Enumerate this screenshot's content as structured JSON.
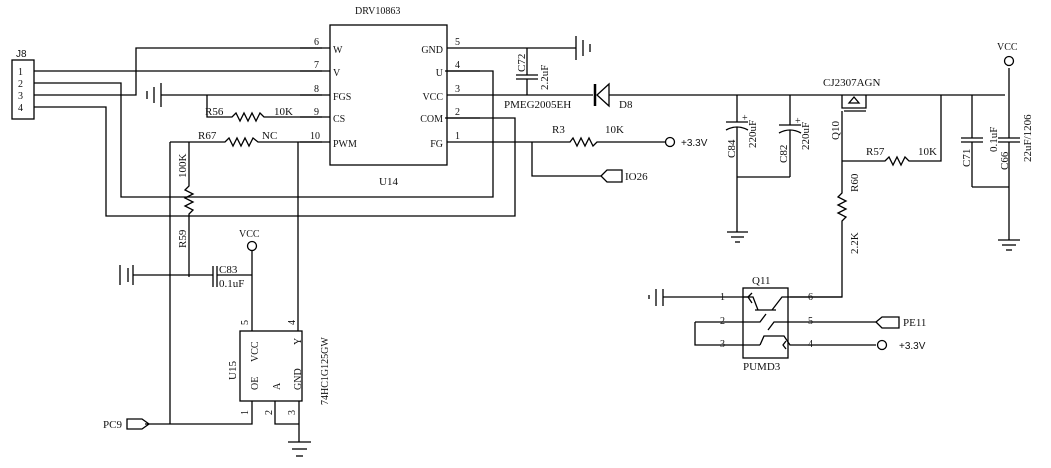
{
  "diagram": {
    "type": "circuit-schematic",
    "components": {
      "J8": {
        "ref": "J8",
        "pins": [
          "1",
          "2",
          "3",
          "4"
        ]
      },
      "U14": {
        "ref": "U14",
        "part": "DRV10863",
        "left_pins": [
          {
            "num": "6",
            "name": "W"
          },
          {
            "num": "7",
            "name": "V"
          },
          {
            "num": "8",
            "name": "FGS"
          },
          {
            "num": "9",
            "name": "CS"
          },
          {
            "num": "10",
            "name": "PWM"
          }
        ],
        "right_pins": [
          {
            "num": "5",
            "name": "GND"
          },
          {
            "num": "4",
            "name": "U"
          },
          {
            "num": "3",
            "name": "VCC"
          },
          {
            "num": "2",
            "name": "COM"
          },
          {
            "num": "1",
            "name": "FG"
          }
        ]
      },
      "R56": {
        "ref": "R56",
        "value": "10K"
      },
      "R67": {
        "ref": "R67",
        "value": "NC"
      },
      "R59": {
        "ref": "R59",
        "value": "100K"
      },
      "C72": {
        "ref": "C72",
        "value": "2.2uF"
      },
      "D8": {
        "ref": "D8",
        "part": "PMEG2005EH"
      },
      "R3": {
        "ref": "R3",
        "value": "10K"
      },
      "C84": {
        "ref": "C84",
        "value": "220uF"
      },
      "C82": {
        "ref": "C82",
        "value": "220uF"
      },
      "Q10": {
        "ref": "Q10",
        "part": "CJ2307AGN"
      },
      "R57": {
        "ref": "R57",
        "value": "10K"
      },
      "R60": {
        "ref": "R60",
        "value": "2.2K"
      },
      "C71": {
        "ref": "C71",
        "value": "0.1uF"
      },
      "C66": {
        "ref": "C66",
        "value": "22uF/1206"
      },
      "C83": {
        "ref": "C83",
        "value": "0.1uF"
      },
      "U15": {
        "ref": "U15",
        "part": "74HC1G125GW",
        "pins": [
          {
            "num": "5",
            "name": "VCC"
          },
          {
            "num": "4",
            "name": "Y"
          },
          {
            "num": "1",
            "name": "OE"
          },
          {
            "num": "2",
            "name": "A"
          },
          {
            "num": "3",
            "name": "GND"
          }
        ]
      },
      "Q11": {
        "ref": "Q11",
        "part": "PUMD3",
        "pins": [
          "1",
          "2",
          "3",
          "4",
          "5",
          "6"
        ]
      }
    },
    "net_labels": {
      "vcc_top": "VCC",
      "vcc_u15": "VCC",
      "v33_r3": "+3.3V",
      "v33_q11": "+3.3V",
      "io26": "IO26",
      "pe11": "PE11",
      "pc9": "PC9"
    }
  }
}
